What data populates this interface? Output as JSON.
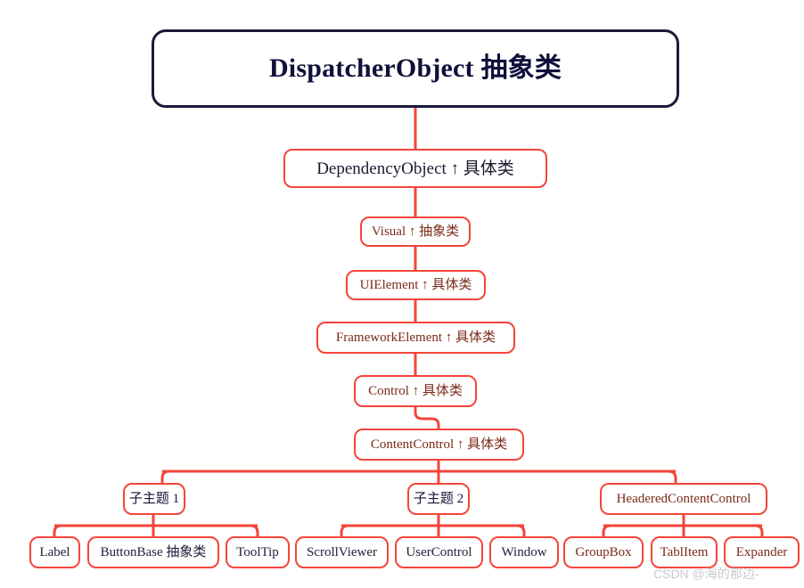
{
  "diagram": {
    "title_node": {
      "label": "DispatcherObject  抽象类"
    },
    "chain": [
      {
        "id": "dependencyobject",
        "label": "DependencyObject  ↑   具体类"
      },
      {
        "id": "visual",
        "label": "Visual  ↑ 抽象类"
      },
      {
        "id": "uielement",
        "label": "UIElement  ↑  具体类"
      },
      {
        "id": "frameworkelement",
        "label": "FrameworkElement  ↑  具体类"
      },
      {
        "id": "control",
        "label": "Control  ↑  具体类"
      },
      {
        "id": "contentcontrol",
        "label": "ContentControl  ↑  具体类"
      }
    ],
    "branches": [
      {
        "id": "subtopic-1",
        "label": "子主题 1"
      },
      {
        "id": "subtopic-2",
        "label": "子主题 2"
      },
      {
        "id": "headeredcontentcontrol",
        "label": "HeaderedContentControl"
      }
    ],
    "leaves": [
      {
        "id": "label",
        "label": "Label"
      },
      {
        "id": "buttonbase",
        "label": "ButtonBase  抽象类"
      },
      {
        "id": "tooltip",
        "label": "ToolTip"
      },
      {
        "id": "scrollviewer",
        "label": "ScrollViewer"
      },
      {
        "id": "usercontrol",
        "label": "UserControl"
      },
      {
        "id": "window",
        "label": "Window"
      },
      {
        "id": "groupbox",
        "label": "GroupBox"
      },
      {
        "id": "tablitem",
        "label": "TablItem"
      },
      {
        "id": "expander",
        "label": "Expander"
      }
    ],
    "watermark": {
      "text": "CSDN @海的那边-"
    },
    "colors": {
      "edge": "#f4453a",
      "node_border": "#f4453a",
      "root_border": "#1b1b3c",
      "root_text": "#10103a",
      "node_text": "#7a2a18",
      "background": "#ffffff",
      "watermark_text": "#c9c9ce"
    }
  }
}
